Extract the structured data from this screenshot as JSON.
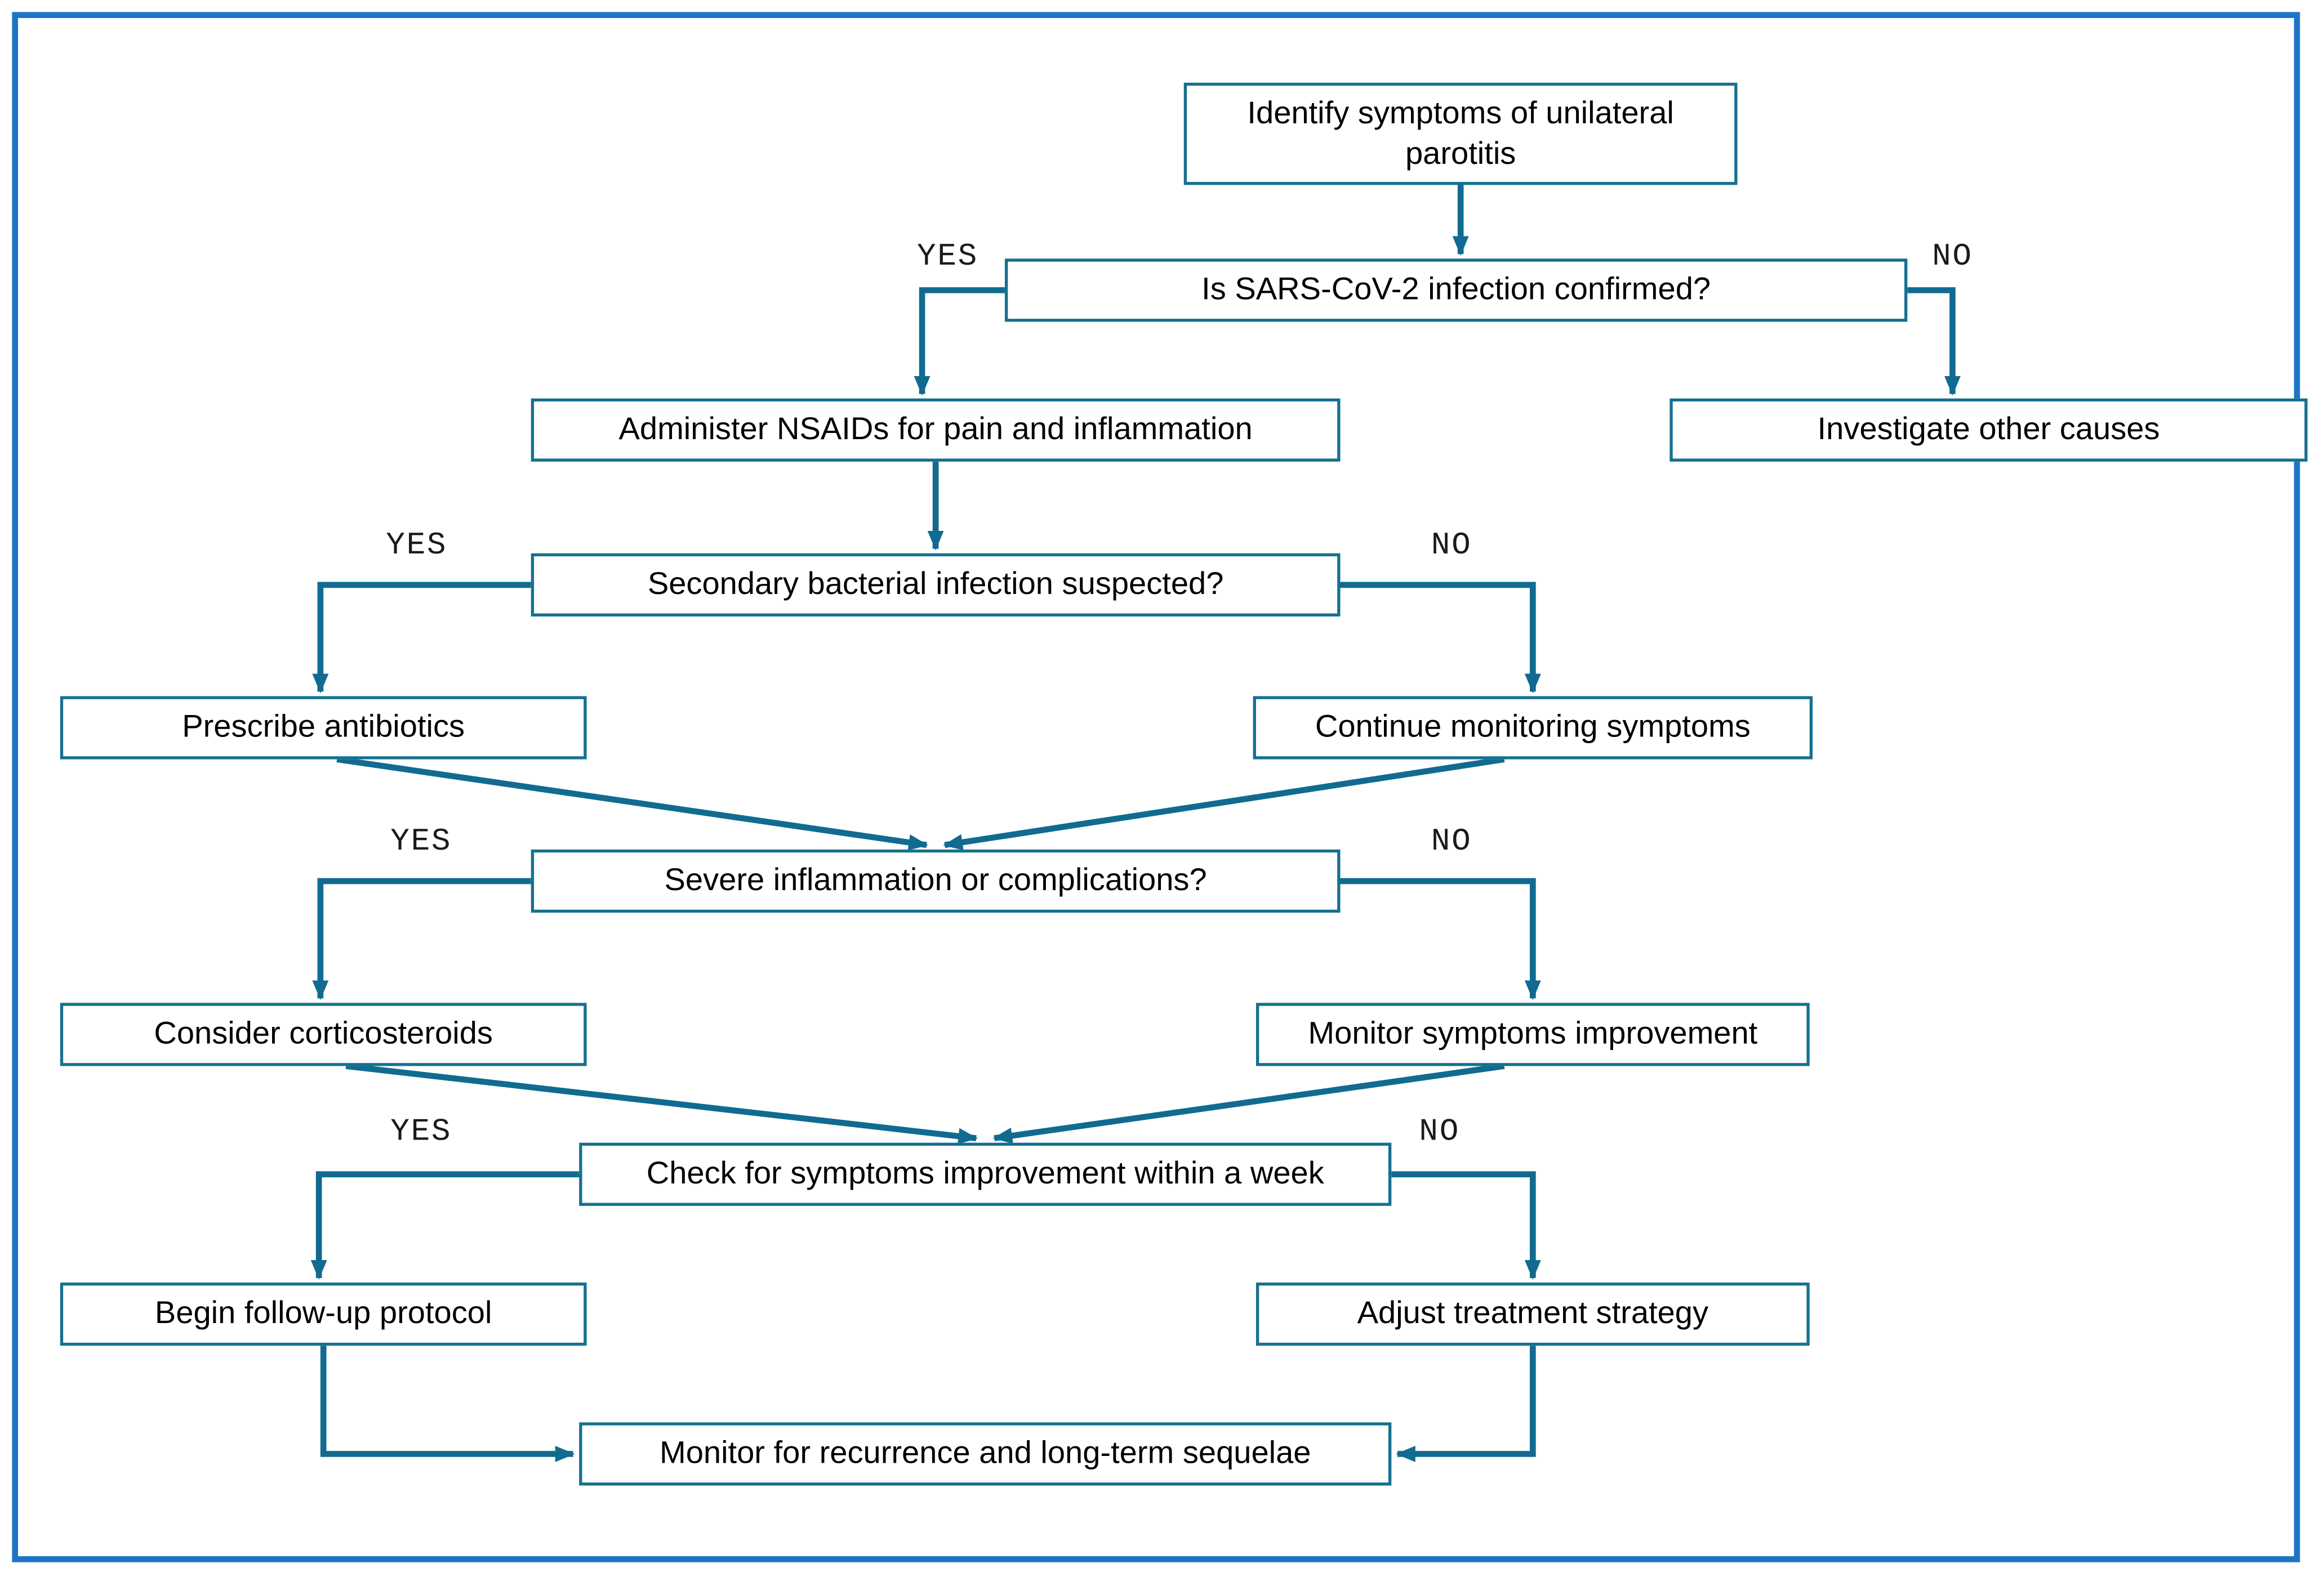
{
  "flowchart": {
    "colors": {
      "frame": "#1e73c6",
      "line": "#116b90",
      "box_border": "#15708f",
      "text": "#000000",
      "background": "#ffffff"
    },
    "branch_labels": {
      "yes": "YES",
      "no": "NO"
    },
    "nodes": {
      "identify": {
        "label": "Identify symptoms of unilateral parotitis"
      },
      "q_sars": {
        "label": "Is SARS-CoV-2 infection confirmed?"
      },
      "nsaids": {
        "label": "Administer NSAIDs for pain and inflammation"
      },
      "investigate": {
        "label": "Investigate other causes"
      },
      "q_bacterial": {
        "label": "Secondary bacterial infection suspected?"
      },
      "antibiotics": {
        "label": "Prescribe antibiotics"
      },
      "continue_monitoring": {
        "label": "Continue monitoring symptoms"
      },
      "q_severe": {
        "label": "Severe inflammation or complications?"
      },
      "corticosteroids": {
        "label": "Consider corticosteroids"
      },
      "monitor_improvement": {
        "label": "Monitor symptoms improvement"
      },
      "q_check_week": {
        "label": "Check for symptoms improvement within a week"
      },
      "followup": {
        "label": "Begin follow-up protocol"
      },
      "adjust": {
        "label": "Adjust treatment strategy"
      },
      "monitor_recurrence": {
        "label": "Monitor for recurrence and long-term sequelae"
      }
    },
    "edges": [
      {
        "from": "identify",
        "to": "q_sars",
        "label": ""
      },
      {
        "from": "q_sars",
        "to": "nsaids",
        "label": "YES"
      },
      {
        "from": "q_sars",
        "to": "investigate",
        "label": "NO"
      },
      {
        "from": "nsaids",
        "to": "q_bacterial",
        "label": ""
      },
      {
        "from": "q_bacterial",
        "to": "antibiotics",
        "label": "YES"
      },
      {
        "from": "q_bacterial",
        "to": "continue_monitoring",
        "label": "NO"
      },
      {
        "from": "antibiotics",
        "to": "q_severe",
        "label": ""
      },
      {
        "from": "continue_monitoring",
        "to": "q_severe",
        "label": ""
      },
      {
        "from": "q_severe",
        "to": "corticosteroids",
        "label": "YES"
      },
      {
        "from": "q_severe",
        "to": "monitor_improvement",
        "label": "NO"
      },
      {
        "from": "corticosteroids",
        "to": "q_check_week",
        "label": ""
      },
      {
        "from": "monitor_improvement",
        "to": "q_check_week",
        "label": ""
      },
      {
        "from": "q_check_week",
        "to": "followup",
        "label": "YES"
      },
      {
        "from": "q_check_week",
        "to": "adjust",
        "label": "NO"
      },
      {
        "from": "followup",
        "to": "monitor_recurrence",
        "label": ""
      },
      {
        "from": "adjust",
        "to": "monitor_recurrence",
        "label": ""
      }
    ]
  }
}
